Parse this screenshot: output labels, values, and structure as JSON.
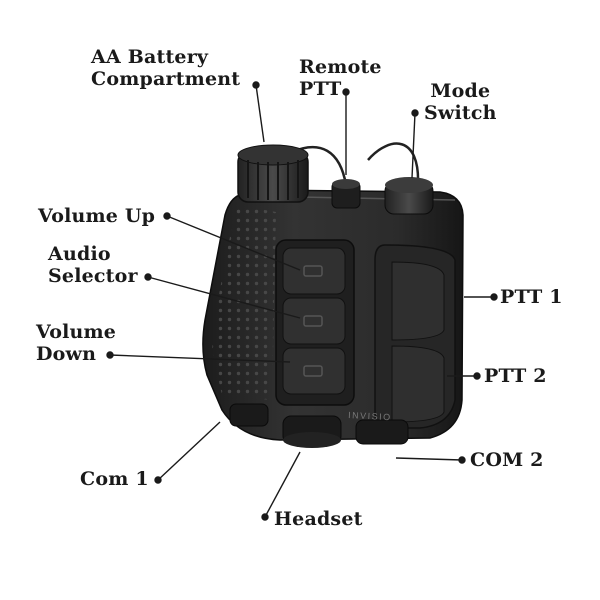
{
  "labels": {
    "battery": {
      "line1": "AA Battery",
      "line2": "Compartment"
    },
    "remote_ptt": {
      "line1": "Remote",
      "line2": "PTT"
    },
    "mode_switch": {
      "line1": "Mode",
      "line2": "Switch"
    },
    "volume_up": "Volume Up",
    "audio_selector": {
      "line1": "Audio",
      "line2": "Selector"
    },
    "volume_down": {
      "line1": "Volume",
      "line2": "Down"
    },
    "ptt1": "PTT 1",
    "ptt2": "PTT 2",
    "com1": "Com 1",
    "com2": "COM 2",
    "headset": "Headset"
  },
  "device": {
    "brand": "INVISIO"
  },
  "colors": {
    "body": "#2a2a2a",
    "body_dark": "#151515",
    "highlight": "#4a4a4a",
    "leader": "#1a1a1a"
  }
}
